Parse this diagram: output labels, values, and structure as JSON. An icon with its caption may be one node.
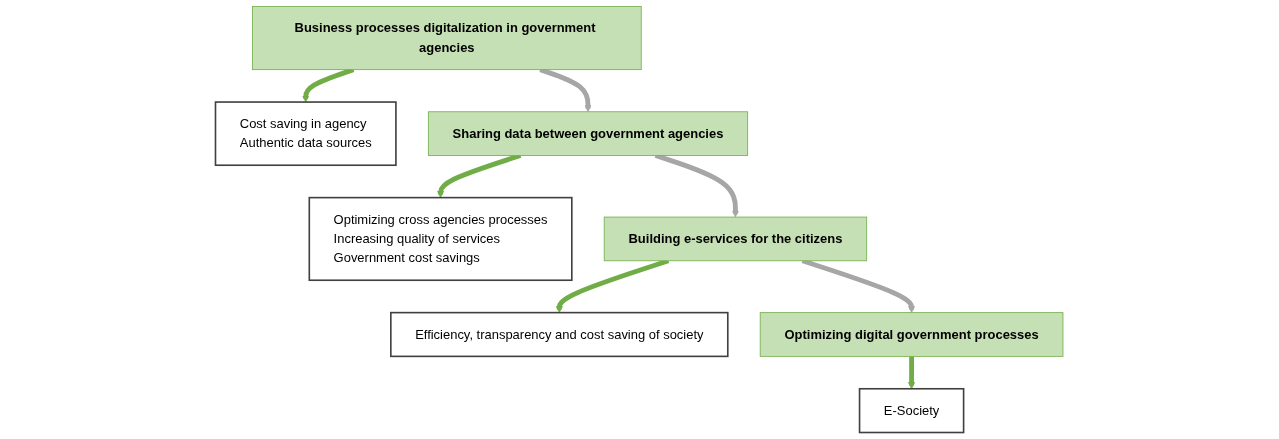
{
  "diagram": {
    "nodes": [
      {
        "text": [
          "Business processes digitalization in government agencies"
        ]
      },
      {
        "text": [
          "Cost saving in agency",
          "Authentic data sources"
        ]
      },
      {
        "text": [
          "Sharing data between government agencies"
        ]
      },
      {
        "text": [
          "Optimizing cross agencies processes",
          "Increasing quality of services",
          "Government cost savings"
        ]
      },
      {
        "text": [
          "Building e-services for the citizens"
        ]
      },
      {
        "text": [
          "Efficiency, transparency and cost saving of society"
        ]
      },
      {
        "text": [
          "Optimizing digital government processes"
        ]
      },
      {
        "text": [
          "E-Society"
        ]
      }
    ],
    "edges": [
      {
        "from": 0,
        "to": 1,
        "arrow": "to"
      },
      {
        "from": 0,
        "to": 2,
        "arrow": "to",
        "color": "#a6a6a6"
      },
      {
        "from": 2,
        "to": 3,
        "arrow": "to"
      },
      {
        "from": 2,
        "to": 4,
        "arrow": "to",
        "color": "#a6a6a6"
      },
      {
        "from": 4,
        "to": 5,
        "arrow": "to"
      },
      {
        "from": 4,
        "to": 6,
        "arrow": "to",
        "color": "#a6a6a6"
      },
      {
        "from": 6,
        "to": 7,
        "arrow": "to"
      }
    ]
  }
}
